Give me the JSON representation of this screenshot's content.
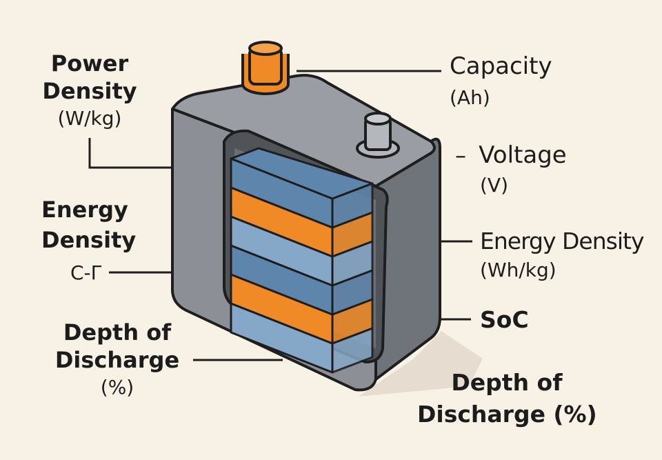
{
  "colors": {
    "background": "#f8f1e6",
    "casing": "#8c9096",
    "casing_dark": "#6f737a",
    "orange": "#f08a26",
    "blue": "#5e86ad",
    "blue_light": "#86a8c8",
    "terminal_grey": "#b4b7bb",
    "outline": "#1e1e1e"
  },
  "icons": {
    "positive_terminal": "orange-cylinder-terminal",
    "negative_terminal": "grey-cylinder-terminal"
  },
  "labels": {
    "power_density": {
      "line1": "Power",
      "line2": "Density",
      "unit": "(W/kg)"
    },
    "capacity": {
      "title": "Capacity",
      "unit": "(Ah)"
    },
    "voltage": {
      "title": "Voltage",
      "unit": "(V)",
      "dash": "–"
    },
    "energy_density_left": {
      "line1": "Energy",
      "line2": "Density",
      "symbol": "C-Γ"
    },
    "energy_density_right": {
      "title": "Energy Density",
      "unit": "(Wh/kg)"
    },
    "soc": {
      "title": "SoC"
    },
    "depth_of_discharge_left": {
      "line1": "Depth of",
      "line2": "Discharge",
      "unit": "(%)"
    },
    "depth_of_discharge_right": {
      "line1": "Depth of",
      "line2": "Discharge (%)"
    }
  }
}
